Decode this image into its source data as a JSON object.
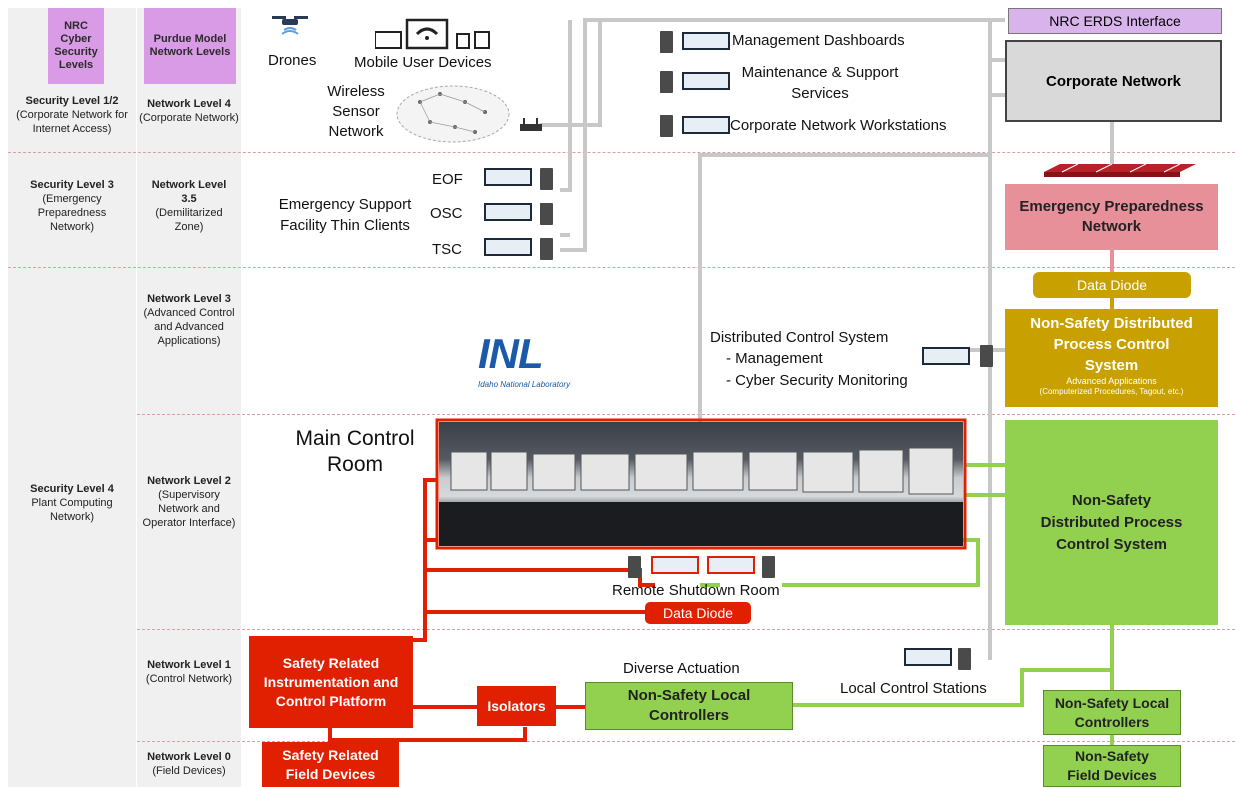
{
  "headers": {
    "col1": "NRC Cyber Security Levels",
    "col2": "Purdue Model Network Levels"
  },
  "security_levels": [
    {
      "title": "Security Level 1/2",
      "desc": "(Corporate Network for Internet Access)"
    },
    {
      "title": "Security Level 3",
      "desc": "(Emergency Preparedness Network)"
    },
    {
      "title": "Security Level 4",
      "desc": "Plant Computing Network)"
    }
  ],
  "network_levels": [
    {
      "title": "Network Level 4",
      "desc": "(Corporate Network)"
    },
    {
      "title": "Network Level 3.5",
      "desc": "(Demilitarized Zone)"
    },
    {
      "title": "Network Level 3",
      "desc": "(Advanced Control and Advanced Applications)"
    },
    {
      "title": "Network Level 2",
      "desc": "(Supervisory Network and Operator Interface)"
    },
    {
      "title": "Network Level 1",
      "desc": "(Control Network)"
    },
    {
      "title": "Network Level 0",
      "desc": "(Field Devices)"
    }
  ],
  "labels": {
    "drones": "Drones",
    "mobile": "Mobile User Devices",
    "wireless": "Wireless Sensor Network",
    "mgmt_dash": "Management Dashboards",
    "maint": "Maintenance & Support Services",
    "corp_ws": "Corporate Network Workstations",
    "eof": "EOF",
    "osc": "OSC",
    "tsc": "TSC",
    "esf": "Emergency Support Facility Thin Clients",
    "dcs_title": "Distributed Control System",
    "dcs_mgmt": "- Management",
    "dcs_cyber": "- Cyber Security Monitoring",
    "main_control": "Main Control Room",
    "remote_shutdown": "Remote Shutdown Room",
    "diverse_actuation": "Diverse Actuation",
    "local_control_stations": "Local Control Stations",
    "inl_logo": "INL",
    "inl_sub": "Idaho National Laboratory"
  },
  "boxes": {
    "erds": "NRC ERDS Interface",
    "corporate": "Corporate Network",
    "emergency": "Emergency Preparedness Network",
    "diode_top": "Data Diode",
    "nsdpcs_adv_title": "Non-Safety Distributed Process Control System",
    "nsdpcs_adv_sub1": "Advanced Applications",
    "nsdpcs_adv_sub2": "(Computerized Procedures, Tagout, etc.)",
    "nsdpcs": "Non-Safety Distributed Process Control System",
    "diode_red": "Data Diode",
    "safety_platform": "Safety Related Instrumentation and Control Platform",
    "isolators": "Isolators",
    "ns_local_mid": "Non-Safety Local Controllers",
    "ns_local_right": "Non-Safety Local Controllers",
    "safety_field": "Safety Related Field Devices",
    "ns_field": "Non-Safety Field Devices"
  },
  "colors": {
    "purple": "#d99ae6",
    "gold": "#c8a000",
    "green": "#92d050",
    "red": "#e02000",
    "pink": "#e8909a",
    "gray_box": "#d9d9d9"
  }
}
